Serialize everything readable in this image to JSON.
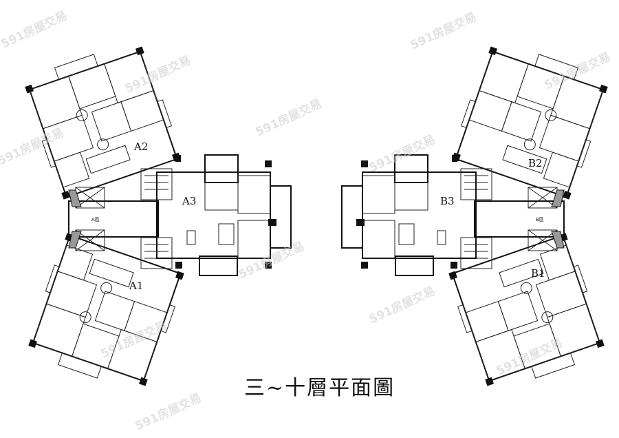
{
  "title": "三~十層平面圖",
  "units": {
    "A1": "A1",
    "A2": "A2",
    "A3": "A3",
    "B1": "B1",
    "B2": "B2",
    "B3": "B3"
  },
  "zones": {
    "A": "A區",
    "B": "B區"
  },
  "watermark": "591房屋交易"
}
